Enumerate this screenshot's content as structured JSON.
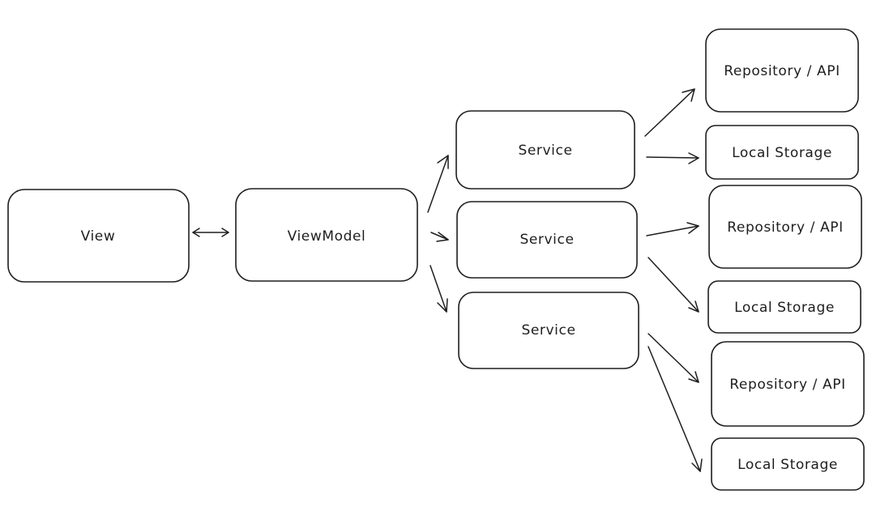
{
  "nodes": {
    "view": "View",
    "viewmodel": "ViewModel",
    "service_1": "Service",
    "service_2": "Service",
    "service_3": "Service",
    "repository_1": "Repository / API",
    "storage_1": "Local Storage",
    "repository_2": "Repository / API",
    "storage_2": "Local Storage",
    "repository_3": "Repository / API",
    "storage_3": "Local Storage"
  }
}
